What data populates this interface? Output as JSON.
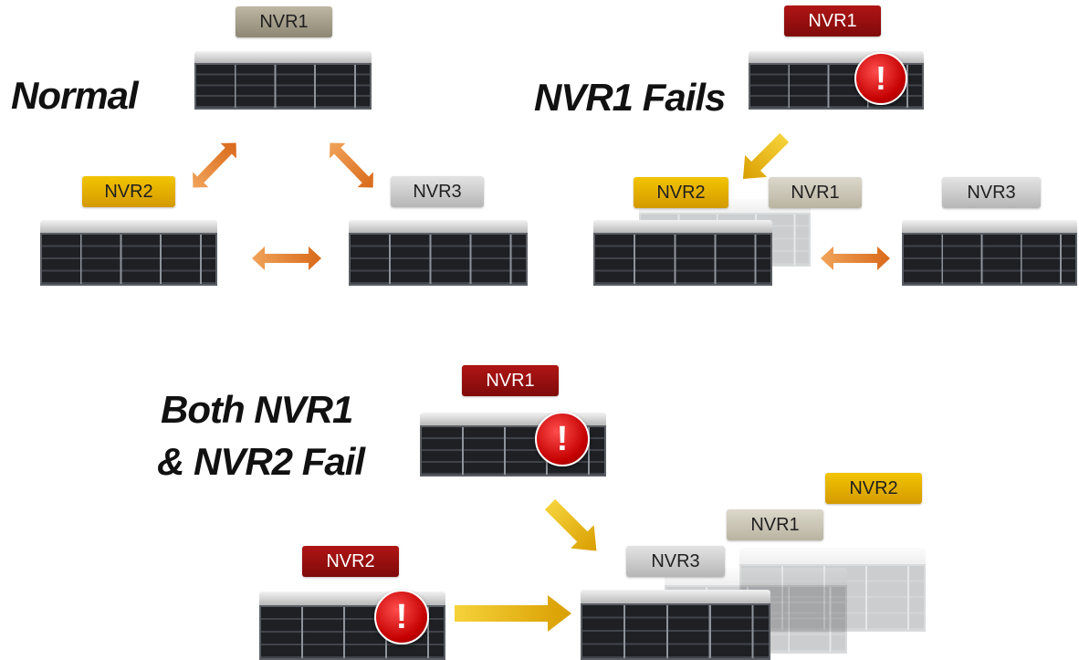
{
  "scenarios": {
    "normal": {
      "title": "Normal",
      "nvr1": "NVR1",
      "nvr2": "NVR2",
      "nvr3": "NVR3"
    },
    "nvr1_fails": {
      "title": "NVR1 Fails",
      "nvr1": "NVR1",
      "nvr2": "NVR2",
      "nvr1_takeover": "NVR1",
      "nvr3": "NVR3"
    },
    "both_fail": {
      "title_line1": "Both NVR1",
      "title_line2": "& NVR2 Fail",
      "nvr1": "NVR1",
      "nvr2": "NVR2",
      "nvr3": "NVR3",
      "nvr1_takeover": "NVR1",
      "nvr2_takeover": "NVR2"
    }
  },
  "alert_glyph": "!",
  "colors": {
    "normal_label": "#bdb7a3",
    "failed_label": "#9a0f0f",
    "active_label": "#e6b000",
    "standby_label": "#cfcfcf",
    "bidirectional_arrow": "#e8842a",
    "failover_arrow": "#e2b000"
  }
}
